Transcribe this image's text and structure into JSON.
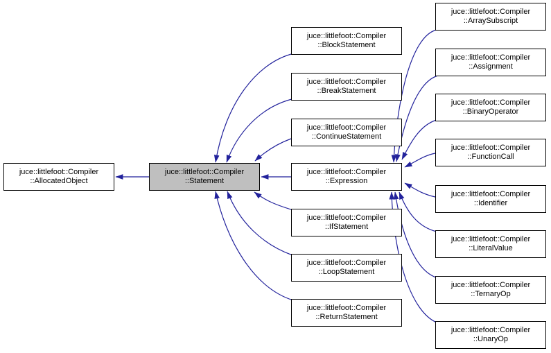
{
  "diagram": {
    "type": "inheritance-graph",
    "colors": {
      "edge": "#22229c",
      "node_fill": "#ffffff",
      "highlight_fill": "#bfbfbf",
      "border": "#000000",
      "background": "#ffffff"
    },
    "nodes": {
      "allocated_object": {
        "line1": "juce::littlefoot::Compiler",
        "line2": "::AllocatedObject"
      },
      "statement": {
        "line1": "juce::littlefoot::Compiler",
        "line2": "::Statement"
      },
      "block_statement": {
        "line1": "juce::littlefoot::Compiler",
        "line2": "::BlockStatement"
      },
      "break_statement": {
        "line1": "juce::littlefoot::Compiler",
        "line2": "::BreakStatement"
      },
      "continue_statement": {
        "line1": "juce::littlefoot::Compiler",
        "line2": "::ContinueStatement"
      },
      "expression": {
        "line1": "juce::littlefoot::Compiler",
        "line2": "::Expression"
      },
      "if_statement": {
        "line1": "juce::littlefoot::Compiler",
        "line2": "::IfStatement"
      },
      "loop_statement": {
        "line1": "juce::littlefoot::Compiler",
        "line2": "::LoopStatement"
      },
      "return_statement": {
        "line1": "juce::littlefoot::Compiler",
        "line2": "::ReturnStatement"
      },
      "array_subscript": {
        "line1": "juce::littlefoot::Compiler",
        "line2": "::ArraySubscript"
      },
      "assignment": {
        "line1": "juce::littlefoot::Compiler",
        "line2": "::Assignment"
      },
      "binary_operator": {
        "line1": "juce::littlefoot::Compiler",
        "line2": "::BinaryOperator"
      },
      "function_call": {
        "line1": "juce::littlefoot::Compiler",
        "line2": "::FunctionCall"
      },
      "identifier": {
        "line1": "juce::littlefoot::Compiler",
        "line2": "::Identifier"
      },
      "literal_value": {
        "line1": "juce::littlefoot::Compiler",
        "line2": "::LiteralValue"
      },
      "ternary_op": {
        "line1": "juce::littlefoot::Compiler",
        "line2": "::TernaryOp"
      },
      "unary_op": {
        "line1": "juce::littlefoot::Compiler",
        "line2": "::UnaryOp"
      }
    },
    "edges": [
      {
        "from": "statement",
        "to": "allocated_object"
      },
      {
        "from": "block_statement",
        "to": "statement"
      },
      {
        "from": "break_statement",
        "to": "statement"
      },
      {
        "from": "continue_statement",
        "to": "statement"
      },
      {
        "from": "expression",
        "to": "statement"
      },
      {
        "from": "if_statement",
        "to": "statement"
      },
      {
        "from": "loop_statement",
        "to": "statement"
      },
      {
        "from": "return_statement",
        "to": "statement"
      },
      {
        "from": "array_subscript",
        "to": "expression"
      },
      {
        "from": "assignment",
        "to": "expression"
      },
      {
        "from": "binary_operator",
        "to": "expression"
      },
      {
        "from": "function_call",
        "to": "expression"
      },
      {
        "from": "identifier",
        "to": "expression"
      },
      {
        "from": "literal_value",
        "to": "expression"
      },
      {
        "from": "ternary_op",
        "to": "expression"
      },
      {
        "from": "unary_op",
        "to": "expression"
      }
    ]
  }
}
